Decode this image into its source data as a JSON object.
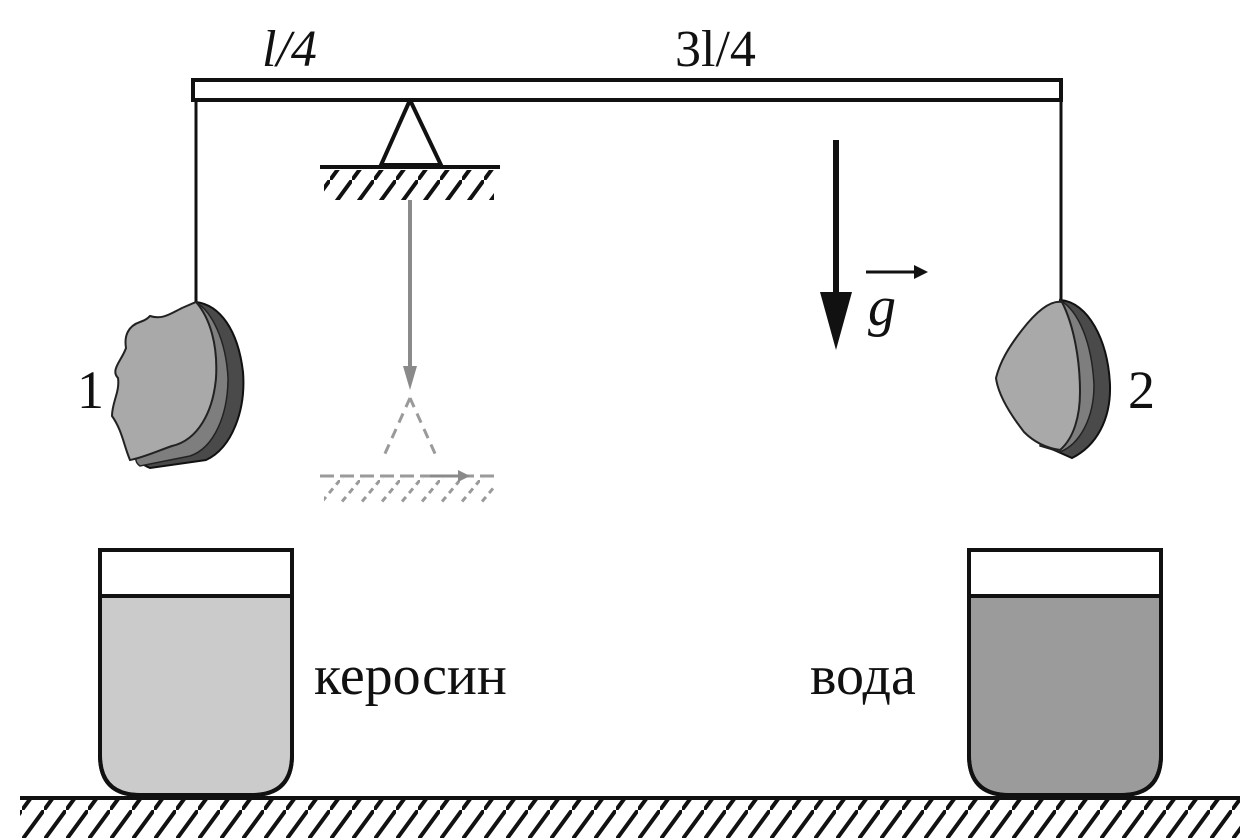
{
  "labels": {
    "left_length": "l/4",
    "right_length": "3l/4",
    "gravity_symbol": "g",
    "body_1": "1",
    "body_2": "2",
    "liquid_left": "керосин",
    "liquid_right": "вода"
  },
  "colors": {
    "line": "#111111",
    "kerosene": "#cbcbcb",
    "water": "#9b9b9b",
    "stone_light": "#a9a9a9",
    "stone_mid": "#7e7e7e",
    "stone_dark": "#4a4a4a",
    "ghost": "#8a8a8a"
  }
}
